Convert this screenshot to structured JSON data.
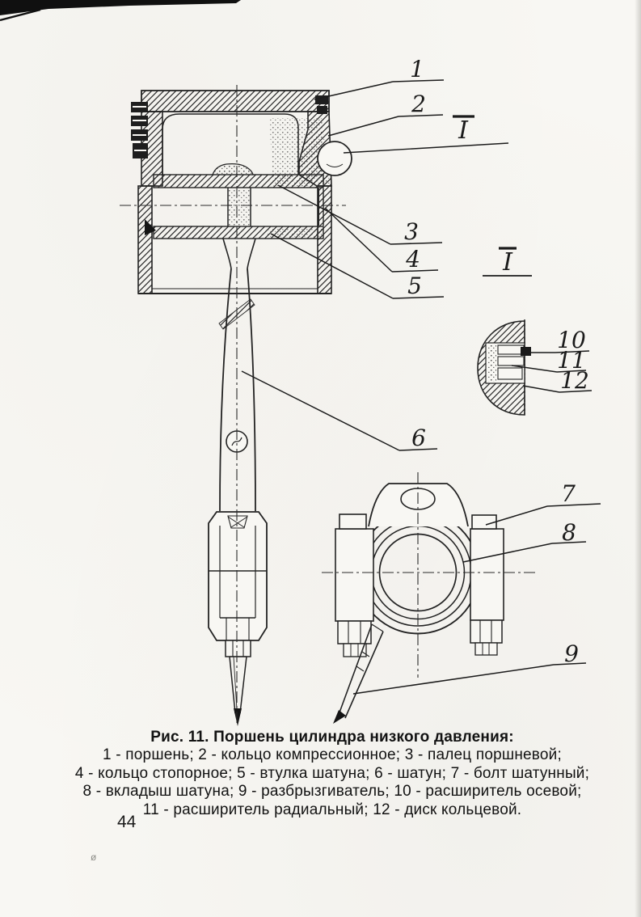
{
  "page": {
    "number": "44",
    "background": "#f8f7f3",
    "ink": "#1c1c1c"
  },
  "figure": {
    "caption_title": "Рис. 11. Поршень цилиндра низкого давления:",
    "caption_lines": [
      "1 - поршень; 2 - кольцо компрессионное; 3 - палец поршневой;",
      "4 - кольцо стопорное; 5 - втулка шатуна; 6 - шатун; 7 - болт шатунный;",
      "8 - вкладыш шатуна; 9 - разбрызгиватель; 10 - расширитель осевой;",
      "11 - расширитель радиальный; 12 - диск кольцевой."
    ],
    "callouts": {
      "c1": "1",
      "c2": "2",
      "c3": "3",
      "c4": "4",
      "c5": "5",
      "c6": "6",
      "c7": "7",
      "c8": "8",
      "c9": "9",
      "c10": "10",
      "c11": "11",
      "c12": "12"
    },
    "section_marker": "I",
    "section_view_label": "I",
    "speck": "ø"
  }
}
